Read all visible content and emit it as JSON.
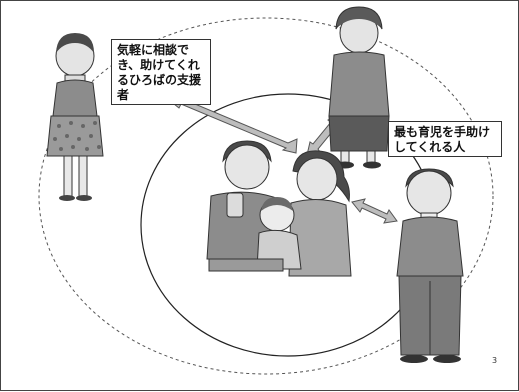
{
  "callouts": {
    "supporter": "気軽に相談でき、助けてくれるひろばの支援者",
    "family_helper": "最も育児を手助けしてくれる人"
  },
  "page_number": "3",
  "figures": [
    {
      "id": "girl",
      "label": "girl-figure"
    },
    {
      "id": "grandmother",
      "label": "grandmother-figure"
    },
    {
      "id": "family",
      "label": "family-figure"
    },
    {
      "id": "man",
      "label": "man-figure"
    }
  ],
  "colors": {
    "line": "#333333",
    "arrow_fill": "#bdbdbd",
    "figure_fill": "#8c8c8c",
    "figure_dark": "#4a4a4a",
    "figure_light": "#d0d0d0"
  }
}
